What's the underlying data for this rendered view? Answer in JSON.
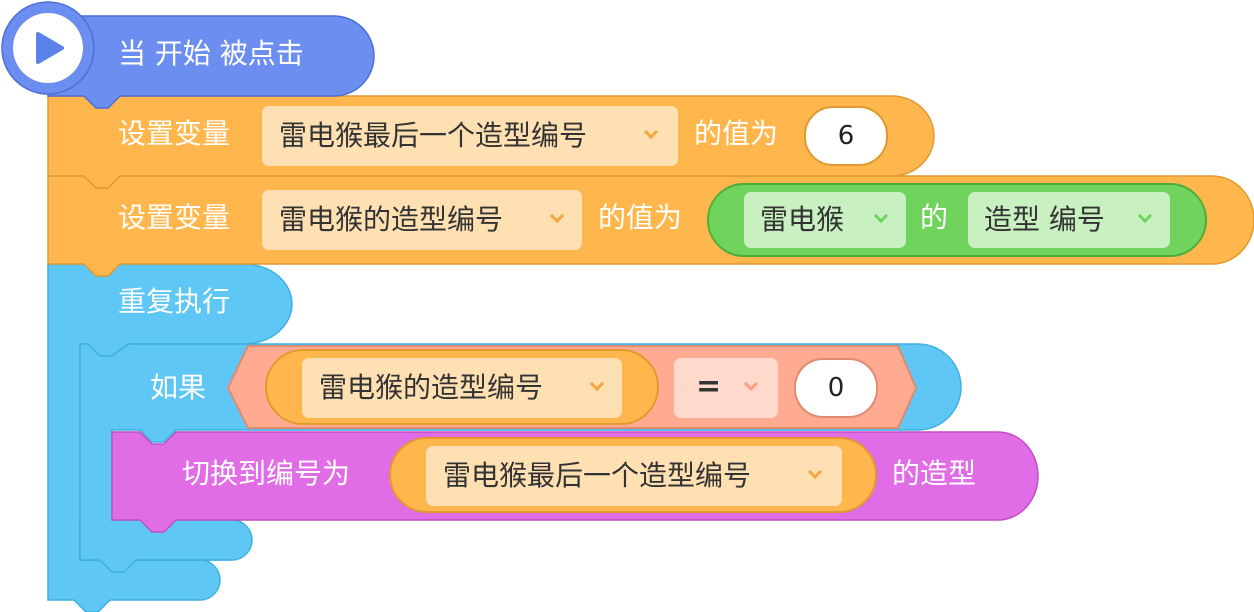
{
  "event_block": {
    "text": "当 开始 被点击"
  },
  "set_var_1": {
    "label": "设置变量",
    "variable": "雷电猴最后一个造型编号",
    "value_label": "的值为",
    "value": "6"
  },
  "set_var_2": {
    "label": "设置变量",
    "variable": "雷电猴的造型编号",
    "value_label": "的值为",
    "sensing": {
      "sprite": "雷电猴",
      "of_label": "的",
      "property": "造型 编号"
    }
  },
  "repeat_block": {
    "label": "重复执行"
  },
  "if_block": {
    "label": "如果",
    "left_var": "雷电猴的造型编号",
    "operator": "=",
    "right_value": "0"
  },
  "switch_costume": {
    "prefix": "切换到编号为",
    "variable": "雷电猴最后一个造型编号",
    "suffix": "的造型"
  },
  "colors": {
    "event": "#6b8ef0",
    "variables": "#ffb74d",
    "variable_chip": "#ffe0b2",
    "control": "#5ec7f5",
    "sensing": "#6fd35c",
    "sensing_chip": "#c8f0c0",
    "operator": "#ffab91",
    "operator_chip": "#ffd9cc",
    "looks": "#e16de6"
  }
}
